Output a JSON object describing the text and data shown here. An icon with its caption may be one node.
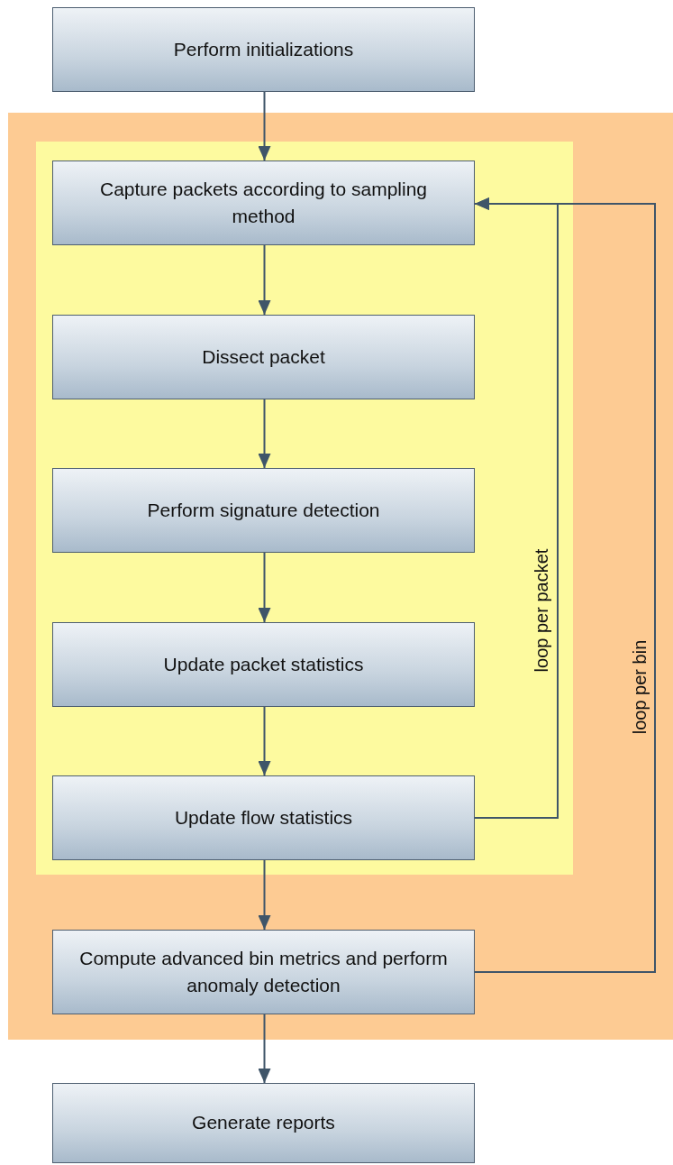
{
  "diagram": {
    "nodes": [
      {
        "text": [
          "Perform initializations"
        ]
      },
      {
        "text": [],
        "shape": "box"
      },
      {
        "text": [],
        "shape": "box",
        "in": 1
      },
      {
        "text": [
          "Capture packets according to sampling method"
        ],
        "in": 2
      },
      {
        "text": [
          "Dissect packet"
        ],
        "in": 2
      },
      {
        "text": [
          "Perform signature detection"
        ],
        "in": 2
      },
      {
        "text": [
          "Update packet statistics"
        ],
        "in": 2
      },
      {
        "text": [
          "Update flow statistics"
        ],
        "in": 2
      },
      {
        "text": [
          "Compute advanced bin metrics and perform anomaly detection"
        ],
        "in": 1
      },
      {
        "text": [
          "Generate reports"
        ]
      }
    ],
    "edges": [
      {
        "from": 0,
        "to": 3,
        "arrow": "to"
      },
      {
        "from": 3,
        "to": 4,
        "arrow": "to"
      },
      {
        "from": 4,
        "to": 5,
        "arrow": "to"
      },
      {
        "from": 5,
        "to": 6,
        "arrow": "to"
      },
      {
        "from": 6,
        "to": 7,
        "arrow": "to"
      },
      {
        "from": 7,
        "to": 8,
        "arrow": "to"
      },
      {
        "from": 8,
        "to": 9,
        "arrow": "to"
      },
      {
        "from": 7,
        "to": 3,
        "arrow": "to",
        "label": "loop per packet"
      },
      {
        "from": 8,
        "to": 3,
        "arrow": "to",
        "label": "loop per bin"
      }
    ]
  }
}
